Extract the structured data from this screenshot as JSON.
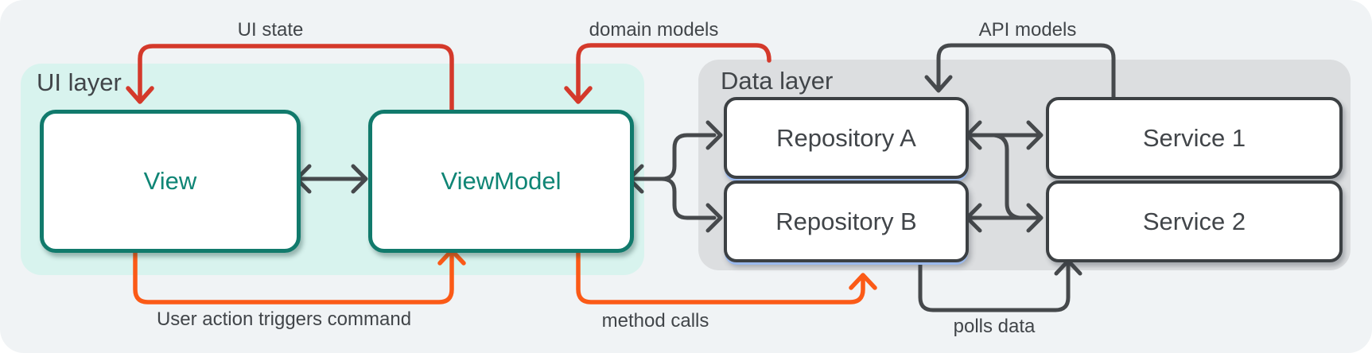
{
  "ui_layer": {
    "label": "UI layer",
    "view_label": "View",
    "viewmodel_label": "ViewModel"
  },
  "data_layer": {
    "label": "Data layer",
    "repo_a_label": "Repository A",
    "repo_b_label": "Repository B",
    "service_1_label": "Service 1",
    "service_2_label": "Service 2"
  },
  "arrows": {
    "ui_state": {
      "label": "UI state",
      "color": "#d4392b",
      "from": "ViewModel",
      "to": "View"
    },
    "domain_models": {
      "label": "domain models",
      "color": "#d4392b",
      "from": "Data layer",
      "to": "ViewModel"
    },
    "api_models": {
      "label": "API models",
      "color": "#46494c",
      "from": "Service 1",
      "to": "Repository A"
    },
    "user_action": {
      "label": "User action triggers command",
      "color": "#fb5a17",
      "from": "View",
      "to": "ViewModel"
    },
    "method_calls": {
      "label": "method calls",
      "color": "#fb5a17",
      "from": "ViewModel",
      "to": "Data layer"
    },
    "polls_data": {
      "label": "polls data",
      "color": "#46494c",
      "from": "Repository B",
      "to": "Service 2"
    }
  },
  "connections": [
    {
      "between": [
        "View",
        "ViewModel"
      ],
      "bidirectional": true
    },
    {
      "between": [
        "ViewModel",
        "Repository A"
      ],
      "bidirectional": false
    },
    {
      "between": [
        "ViewModel",
        "Repository B"
      ],
      "bidirectional": false
    },
    {
      "between": [
        "Repository A",
        "Service 1"
      ],
      "bidirectional": true
    },
    {
      "between": [
        "Repository B",
        "Service 2"
      ],
      "bidirectional": true
    },
    {
      "between": [
        "Repository A/Service 1 link",
        "Repository B/Service 2 link"
      ],
      "bidirectional": false
    }
  ],
  "colors": {
    "page_bg": "#ffffff",
    "canvas_bg": "#f0f3f5",
    "ui_layer_bg": "#d8f3ee",
    "data_layer_bg": "#dcdee0",
    "box_bg": "#ffffff",
    "teal_border": "#117a6c",
    "teal_text": "#0f8575",
    "box_border_dark": "#3c4043",
    "text_dark": "#414549",
    "dark_stroke": "#46494c",
    "red": "#d4392b",
    "orange": "#fb5a17",
    "repo_shadow_blue": "#9bb9ec"
  }
}
